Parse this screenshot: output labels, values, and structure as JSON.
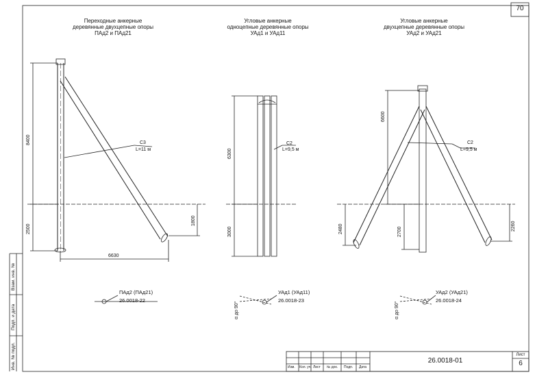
{
  "page_number": "70",
  "sheet": {
    "code": "26.0018-01",
    "sheet_label": "Лист",
    "sheet_number": "6",
    "stamp_columns": [
      "Изм.",
      "Кол. уч.",
      "Лист",
      "№ док.",
      "Подп.",
      "Дата"
    ]
  },
  "side_labels": [
    "Инв. № подл.",
    "Подп. и дата",
    "Взам. инв. №"
  ],
  "drawings": [
    {
      "title": [
        "Переходные анкерные",
        "деревянные двухцепные опоры",
        "ПАд2 и ПАд21"
      ],
      "cable_label": "С3",
      "cable_length": "L=11 м",
      "dims": {
        "upper": "8400",
        "lower": "2500",
        "base": "6630",
        "strut": "1800"
      },
      "type_label": "ПАд2 (ПАд21)",
      "type_code": "26.0018-22"
    },
    {
      "title": [
        "Угловые анкерные",
        "одноцепные деревянные опоры",
        "УАд1 и УАд11"
      ],
      "cable_label": "С2",
      "cable_length": "L=9,5 м",
      "dims": {
        "upper": "6300",
        "lower": "3000"
      },
      "angle_label": "α до 90°",
      "type_label": "УАд1 (УАд11)",
      "type_code": "26.0018-23"
    },
    {
      "title": [
        "Угловые анкерные",
        "двухцепные деревянные опоры",
        "УАд2 и УАд21"
      ],
      "cable_label": "С2",
      "cable_length": "L=9,5 м",
      "dims": {
        "upper": "6600",
        "lower_left": "2480",
        "lower_mid": "2700",
        "lower_right": "2260"
      },
      "angle_label": "α до 90°",
      "type_label": "УАд2 (УАд21)",
      "type_code": "26.0018-24"
    }
  ]
}
